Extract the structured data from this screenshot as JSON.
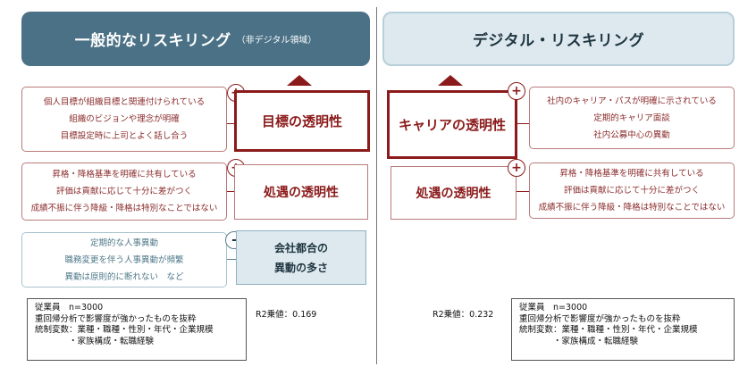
{
  "left": {
    "header_title": "一般的なリスキリング",
    "header_sub": "（非デジタル領域）",
    "group1": {
      "items": [
        "個人目標が組織目標と関連付けられている",
        "組織のビジョンや理念が明確",
        "目標設定時に上司とよく話し合う"
      ],
      "sign": "+",
      "factor": "目標の透明性"
    },
    "group2": {
      "items": [
        "昇格・降格基準を明確に共有している",
        "評価は貢献に応じて十分に差がつく",
        "成績不振に伴う降級・降格は特別なことではない"
      ],
      "sign": "+",
      "factor": "処遇の透明性"
    },
    "group3": {
      "items": [
        "定期的な人事異動",
        "職務変更を伴う人事異動が頻繁",
        "異動は原則的に断れない　など"
      ],
      "sign": "-",
      "factor_line1": "会社都合の",
      "factor_line2": "異動の多さ"
    },
    "note": [
      "従業員　n=3000",
      "重回帰分析で影響度が強かったものを抜粋",
      "統制変数：業種・職種・性別・年代・企業規模",
      "　　　　・家族構成・転職経験"
    ],
    "r2": "R2乗値：0.169"
  },
  "right": {
    "header_title": "デジタル・リスキリング",
    "group1": {
      "items": [
        "社内のキャリア・パスが明確に示されている",
        "定期的キャリア面談",
        "社内公募中心の異動"
      ],
      "sign": "+",
      "factor": "キャリアの透明性"
    },
    "group2": {
      "items": [
        "昇格・降格基準を明確に共有している",
        "評価は貢献に応じて十分に差がつく",
        "成績不振に伴う降級・降格は特別なことではない"
      ],
      "sign": "+",
      "factor": "処遇の透明性"
    },
    "note": [
      "従業員　n=3000",
      "重回帰分析で影響度が強かったものを抜粋",
      "統制変数：業種・職種・性別・年代・企業規模",
      "　　　　・家族構成・転職経験"
    ],
    "r2": "R2乗値：0.232"
  },
  "colors": {
    "accent_red": "#8b1a1a",
    "header_left_bg": "#4a7185",
    "header_right_bg": "#dde9ef",
    "blue_text": "#4e7889"
  }
}
